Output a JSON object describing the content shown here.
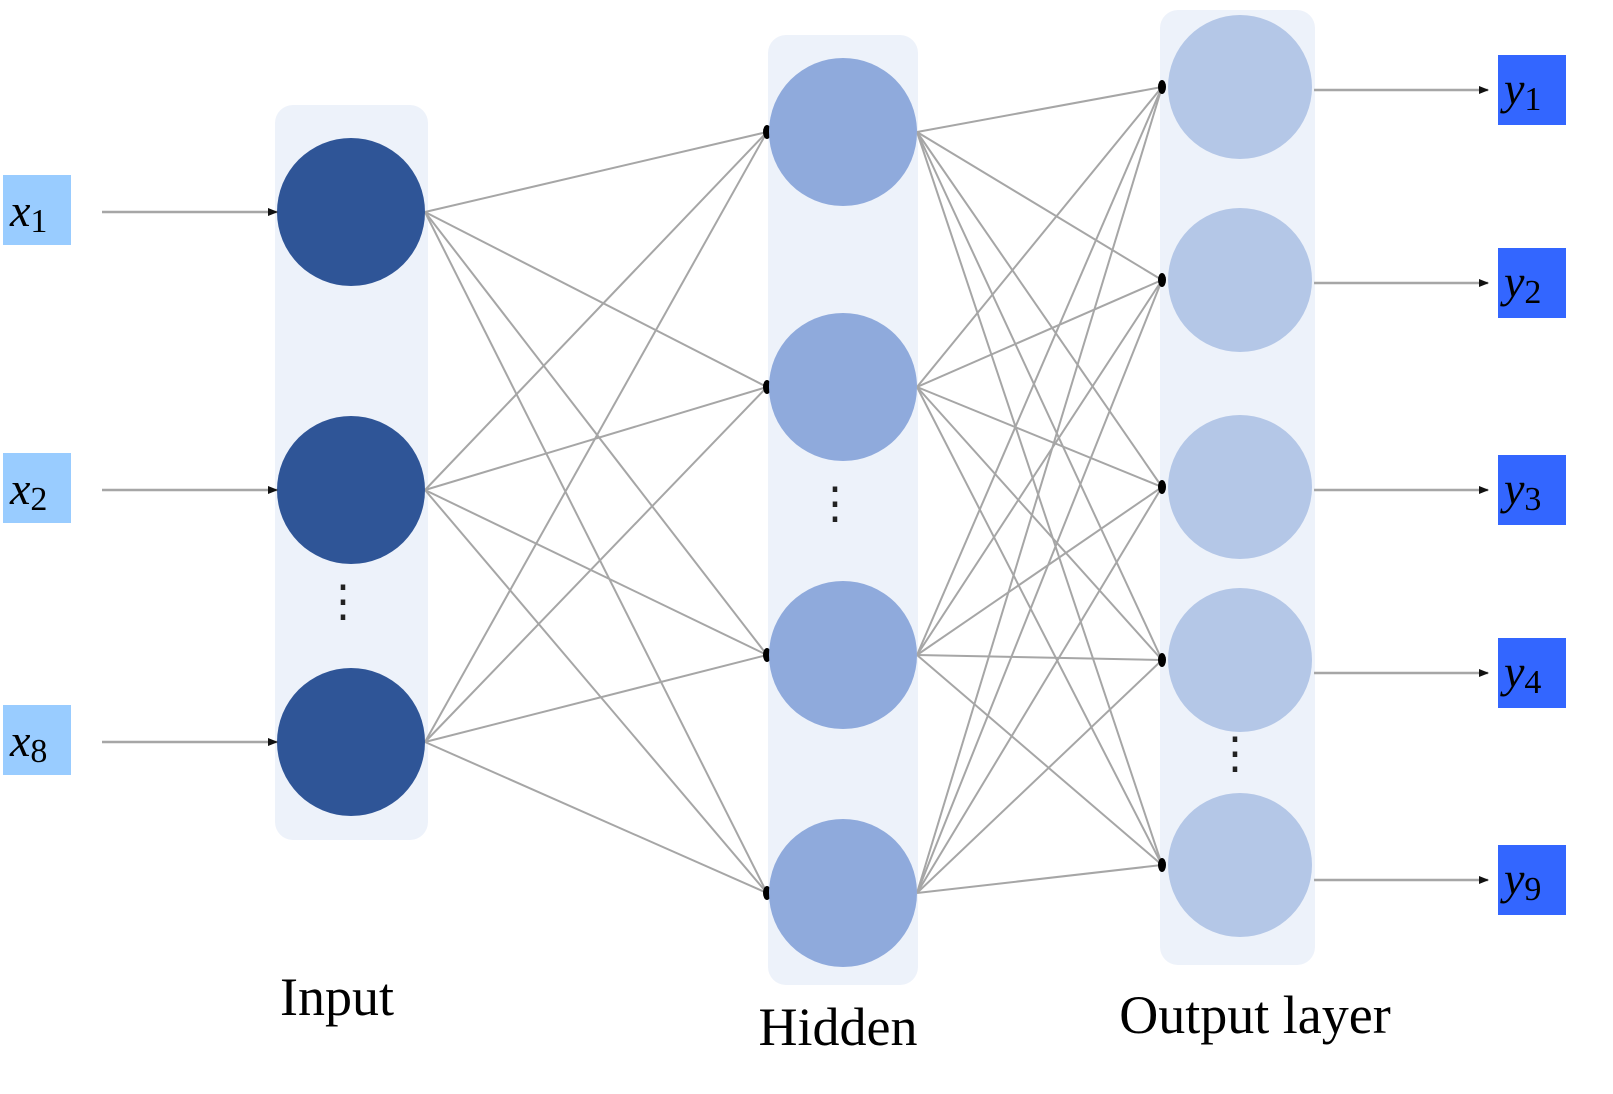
{
  "diagram": {
    "title": "Feed-forward neural network",
    "colors": {
      "panel": "#edf2fa",
      "input_node": "#2f5597",
      "hidden_node": "#8faadc",
      "output_node": "#b4c7e7",
      "input_label_bg": "#99ccff",
      "output_label_bg": "#3366ff",
      "edge": "#a6a6a6",
      "arrow": "#111111"
    },
    "layers": [
      {
        "id": "input",
        "caption": "Input",
        "nodes": 3,
        "ellipsis_after": 1
      },
      {
        "id": "hidden",
        "caption": "Hidden",
        "nodes": 4,
        "ellipsis_after": 1
      },
      {
        "id": "output",
        "caption": "Output layer",
        "nodes": 5,
        "ellipsis_after": 3
      }
    ],
    "inputs": [
      {
        "var": "x",
        "sub": "1"
      },
      {
        "var": "x",
        "sub": "2"
      },
      {
        "var": "x",
        "sub": "8"
      }
    ],
    "outputs": [
      {
        "var": "y",
        "sub": "1"
      },
      {
        "var": "y",
        "sub": "2"
      },
      {
        "var": "y",
        "sub": "3"
      },
      {
        "var": "y",
        "sub": "4"
      },
      {
        "var": "y",
        "sub": "9"
      }
    ],
    "ellipsis": "⋮"
  }
}
